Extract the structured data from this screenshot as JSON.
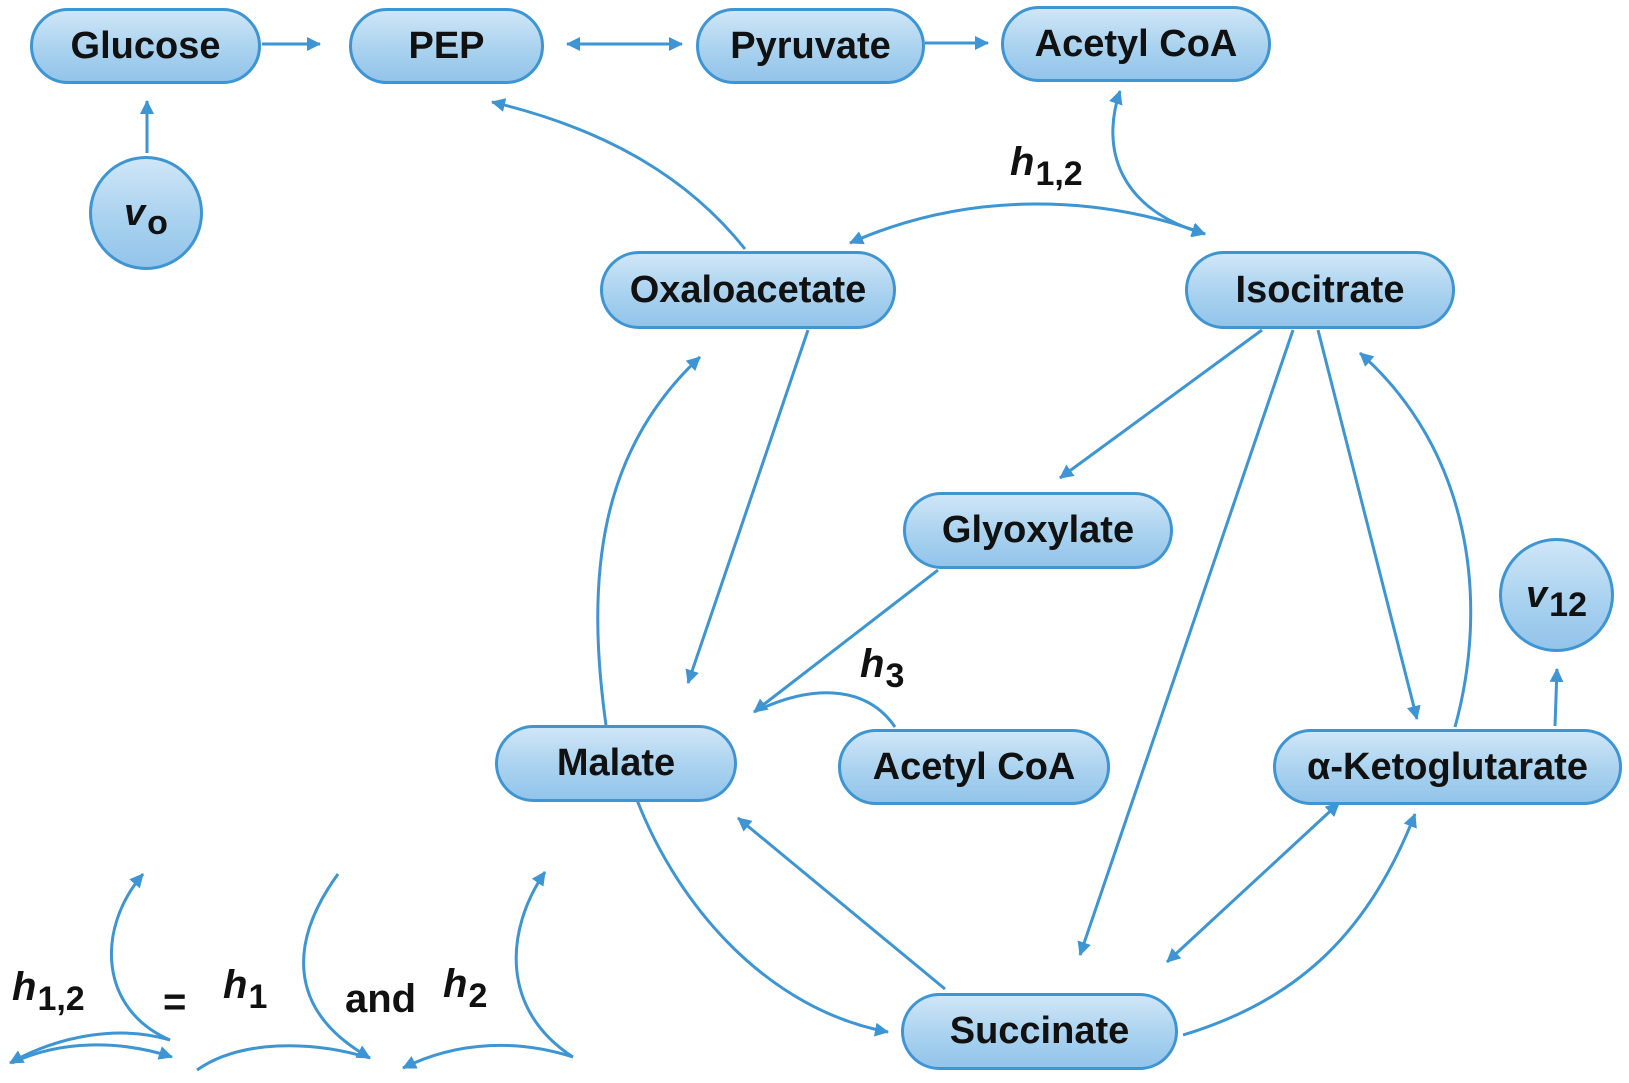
{
  "nodes": {
    "glucose": "Glucose",
    "pep": "PEP",
    "pyruvate": "Pyruvate",
    "acetyl_coa_top": "Acetyl CoA",
    "oxaloacetate": "Oxaloacetate",
    "isocitrate": "Isocitrate",
    "glyoxylate": "Glyoxylate",
    "malate": "Malate",
    "acetyl_coa_mid": "Acetyl CoA",
    "alpha_ketoglutarate": "α-Ketoglutarate",
    "succinate": "Succinate",
    "v0": {
      "symbol": "v",
      "sub": "o"
    },
    "v12": {
      "symbol": "v",
      "sub": "12"
    }
  },
  "labels": {
    "h12_top": {
      "symbol": "h",
      "sub": "1,2"
    },
    "h3": {
      "symbol": "h",
      "sub": "3"
    }
  },
  "legend": {
    "h12": {
      "symbol": "h",
      "sub": "1,2"
    },
    "equals": "=",
    "h1": {
      "symbol": "h",
      "sub": "1"
    },
    "and": "and",
    "h2": {
      "symbol": "h",
      "sub": "2"
    }
  },
  "colors": {
    "accent": "#3d95d3",
    "node_fill": "#a9d2ef",
    "text": "#111111"
  }
}
